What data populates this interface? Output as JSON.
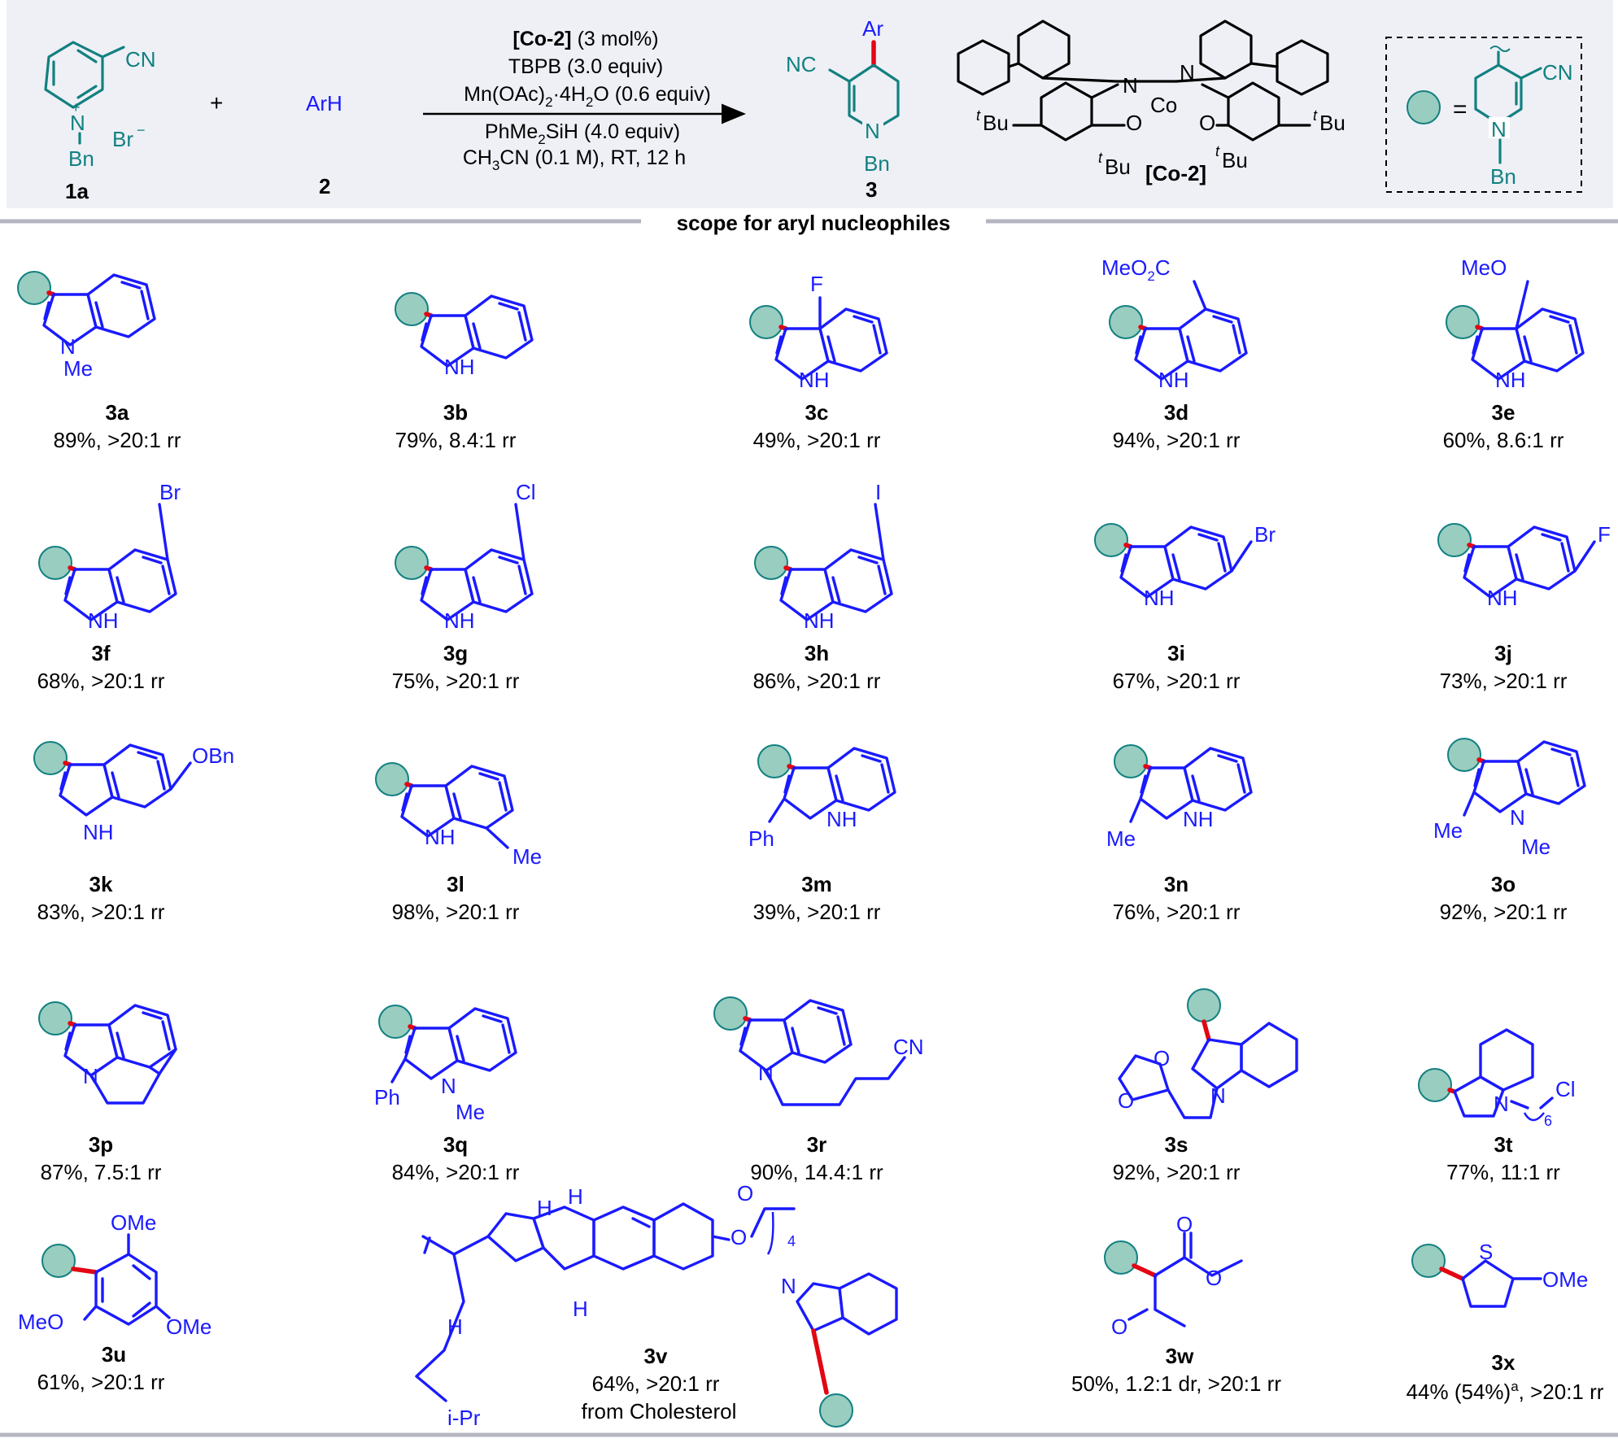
{
  "header": {
    "reagent1_label": "1a",
    "reagent2_label": "2",
    "product_label": "3",
    "reagent2_formula": "ArH",
    "plus": "+",
    "product_ar": "Ar",
    "nitrile": "CN",
    "nitrile_left": "NC",
    "benzyl": "Bn",
    "bromide": "Br",
    "catalyst_label": "[Co-2]",
    "conditions": {
      "line1_bold": "[Co-2]",
      "line1_rest": " (3 mol%)",
      "line2": "TBPB (3.0 equiv)",
      "line3_a": "Mn(OAc)",
      "line3_b": "·4H",
      "line3_c": "O (0.6 equiv)",
      "line4_a": "PhMe",
      "line4_b": "SiH (4.0 equiv)",
      "line5_a": "CH",
      "line5_b": "CN (0.1 M), RT,  12 h"
    },
    "catalyst_atoms": {
      "n": "N",
      "o": "O",
      "co": "Co",
      "tbu": "Bu",
      "t": "t"
    },
    "legend_equals": "="
  },
  "section_title": "scope for aryl nucleophiles",
  "compounds": [
    {
      "id": "3a",
      "result": "89%, >20:1 rr"
    },
    {
      "id": "3b",
      "result": "79%, 8.4:1 rr"
    },
    {
      "id": "3c",
      "result": "49%, >20:1 rr"
    },
    {
      "id": "3d",
      "result": "94%, >20:1 rr"
    },
    {
      "id": "3e",
      "result": "60%, 8.6:1 rr"
    },
    {
      "id": "3f",
      "result": "68%, >20:1 rr"
    },
    {
      "id": "3g",
      "result": "75%, >20:1 rr"
    },
    {
      "id": "3h",
      "result": "86%, >20:1 rr"
    },
    {
      "id": "3i",
      "result": "67%, >20:1 rr"
    },
    {
      "id": "3j",
      "result": "73%, >20:1 rr"
    },
    {
      "id": "3k",
      "result": "83%, >20:1 rr"
    },
    {
      "id": "3l",
      "result": "98%, >20:1 rr"
    },
    {
      "id": "3m",
      "result": "39%, >20:1 rr"
    },
    {
      "id": "3n",
      "result": "76%, >20:1 rr"
    },
    {
      "id": "3o",
      "result": "92%, >20:1 rr"
    },
    {
      "id": "3p",
      "result": "87%, 7.5:1 rr"
    },
    {
      "id": "3q",
      "result": "84%, >20:1 rr"
    },
    {
      "id": "3r",
      "result": "90%, 14.4:1 rr"
    },
    {
      "id": "3s",
      "result": "92%, >20:1 rr"
    },
    {
      "id": "3t",
      "result": "77%, 11:1 rr"
    },
    {
      "id": "3u",
      "result": "61%, >20:1 rr"
    },
    {
      "id": "3v",
      "result": "64%, >20:1 rr",
      "note": "from Cholesterol"
    },
    {
      "id": "3w",
      "result": "50%, 1.2:1 dr, >20:1 rr"
    },
    {
      "id": "3x",
      "result_a": "44% (54%)",
      "result_sup": "a",
      "result_b": ", >20:1 rr"
    }
  ],
  "substituents": {
    "me": "Me",
    "nh": "NH",
    "n": "N",
    "f": "F",
    "meo2c": "MeO",
    "co2_c": "C",
    "two": "2",
    "meo": "MeO",
    "br": "Br",
    "cl": "Cl",
    "i": "I",
    "obn": "OBn",
    "ph": "Ph",
    "cn": "CN",
    "o": "O",
    "six": "6",
    "four": "4",
    "ome": "OMe",
    "h": "H",
    "ipr": "i-Pr",
    "s": "S"
  }
}
